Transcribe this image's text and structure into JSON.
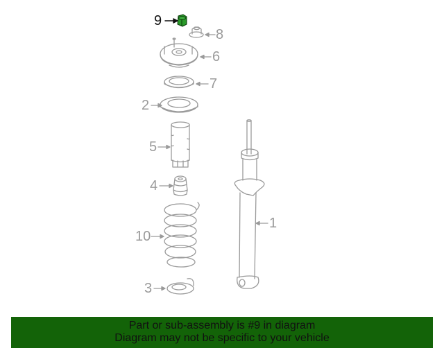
{
  "diagram": {
    "highlighted_part": "9",
    "line_color": "#9a9a9a",
    "highlight_color": "#1f8a1f",
    "parts": [
      {
        "number": "9",
        "label": "9",
        "highlighted": true
      },
      {
        "number": "8",
        "label": "8"
      },
      {
        "number": "6",
        "label": "6"
      },
      {
        "number": "7",
        "label": "7"
      },
      {
        "number": "2",
        "label": "2"
      },
      {
        "number": "5",
        "label": "5"
      },
      {
        "number": "4",
        "label": "4"
      },
      {
        "number": "10",
        "label": "10"
      },
      {
        "number": "3",
        "label": "3"
      },
      {
        "number": "1",
        "label": "1"
      }
    ]
  },
  "banner": {
    "line1": "Part or sub-assembly is #9 in diagram",
    "line2": "Diagram may not be specific to your vehicle",
    "background": "#136308"
  }
}
